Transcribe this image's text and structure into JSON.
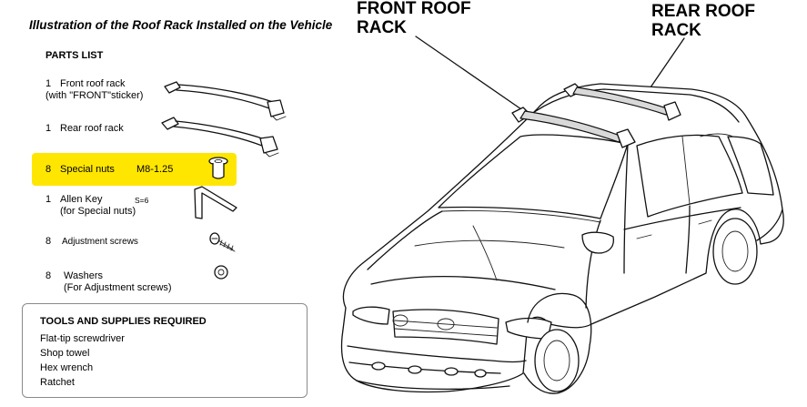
{
  "page": {
    "title": "Illustration of the Roof Rack Installed on the Vehicle"
  },
  "parts_list": {
    "heading": "PARTS LIST",
    "items": [
      {
        "qty": "1",
        "line1": "Front roof rack",
        "line2": "(with \"FRONT\"sticker)",
        "spec": "",
        "highlighted": false,
        "icon": "roof-rack-icon"
      },
      {
        "qty": "1",
        "line1": "Rear roof rack",
        "line2": "",
        "spec": "",
        "highlighted": false,
        "icon": "roof-rack-icon"
      },
      {
        "qty": "8",
        "line1": "Special nuts",
        "line2": "",
        "spec": "M8-1.25",
        "highlighted": true,
        "icon": "special-nut-icon"
      },
      {
        "qty": "1",
        "line1": "Allen Key",
        "line2": "(for Special nuts)",
        "spec": "S=6",
        "highlighted": false,
        "icon": "allen-key-icon"
      },
      {
        "qty": "8",
        "line1": "Adjustment screws",
        "line2": "",
        "spec": "",
        "highlighted": false,
        "icon": "screw-icon"
      },
      {
        "qty": "8",
        "line1": "Washers",
        "line2": "(For Adjustment screws)",
        "spec": "",
        "highlighted": false,
        "icon": "washer-icon"
      }
    ],
    "highlight_color": "#ffe600"
  },
  "tools": {
    "heading": "TOOLS AND SUPPLIES REQUIRED",
    "items": [
      "Flat-tip screwdriver",
      "Shop towel",
      "Hex wrench",
      "Ratchet"
    ]
  },
  "callouts": {
    "front": {
      "line1": "FRONT ROOF",
      "line2": "RACK"
    },
    "rear": {
      "line1": "REAR ROOF",
      "line2": "RACK"
    }
  }
}
